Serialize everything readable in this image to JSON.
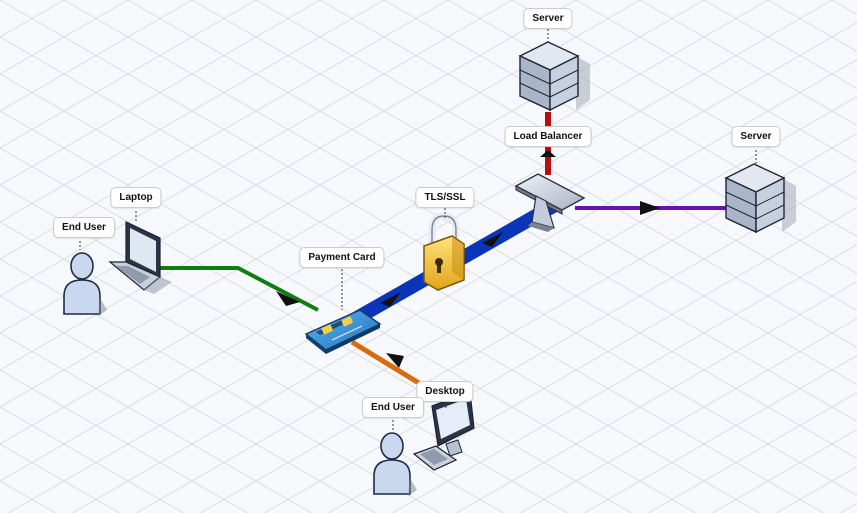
{
  "diagram": {
    "labels": {
      "end_user_left": "End User",
      "laptop": "Laptop",
      "payment_card": "Payment Card",
      "tls_ssl": "TLS/SSL",
      "server_top": "Server",
      "load_balancer": "Load Balancer",
      "server_right": "Server",
      "desktop": "Desktop",
      "end_user_bottom": "End User"
    },
    "connection_colors": {
      "laptop_to_card": "#0e7d12",
      "card_to_balancer": "#0b35b8",
      "desktop_to_card": "#d86b0c",
      "balancer_to_server_top": "#b80e0e",
      "balancer_to_server_right": "#6a10b0"
    }
  }
}
